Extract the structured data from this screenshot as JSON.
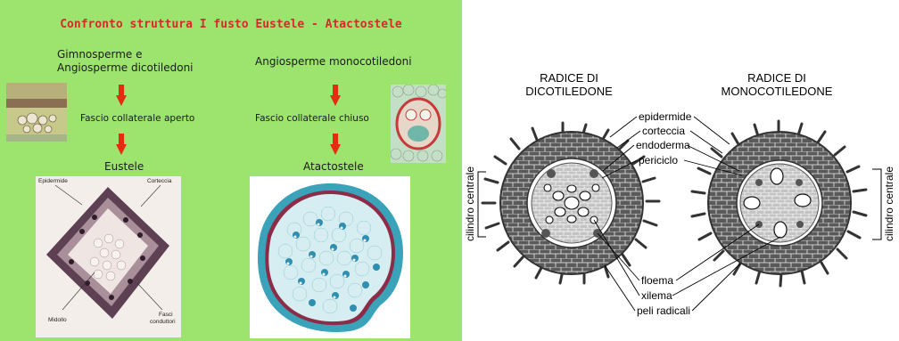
{
  "left_slide": {
    "title": "Confronto struttura I fusto Eustele - Atactostele",
    "left_column": {
      "group_line1": "Gimnosperme e",
      "group_line2": "Angiosperme dicotiledoni",
      "bundle_type": "Fascio collaterale aperto",
      "stele_type": "Eustele",
      "photo_labels": {
        "epidermis": "Epidermide",
        "cortex": "Corteccia",
        "pith": "Midollo",
        "bundles_line1": "Fasci",
        "bundles_line2": "conduttori"
      }
    },
    "right_column": {
      "group": "Angiosperme monocotiledoni",
      "bundle_type": "Fascio collaterale chiuso",
      "stele_type": "Atactostele"
    },
    "colors": {
      "background": "#9de46f",
      "title": "#d72a2a",
      "arrow": "#e52b12"
    }
  },
  "right_diagram": {
    "left_title_line1": "RADICE DI",
    "left_title_line2": "DICOTILEDONE",
    "right_title_line1": "RADICE DI",
    "right_title_line2": "MONOCOTILEDONE",
    "labels": {
      "epidermis": "epidermide",
      "cortex": "corteccia",
      "endodermis": "endoderma",
      "pericycle": "periciclo",
      "phloem": "floema",
      "xylem": "xilema",
      "root_hairs": "peli radicali",
      "central_cylinder": "cilindro centrale"
    }
  }
}
